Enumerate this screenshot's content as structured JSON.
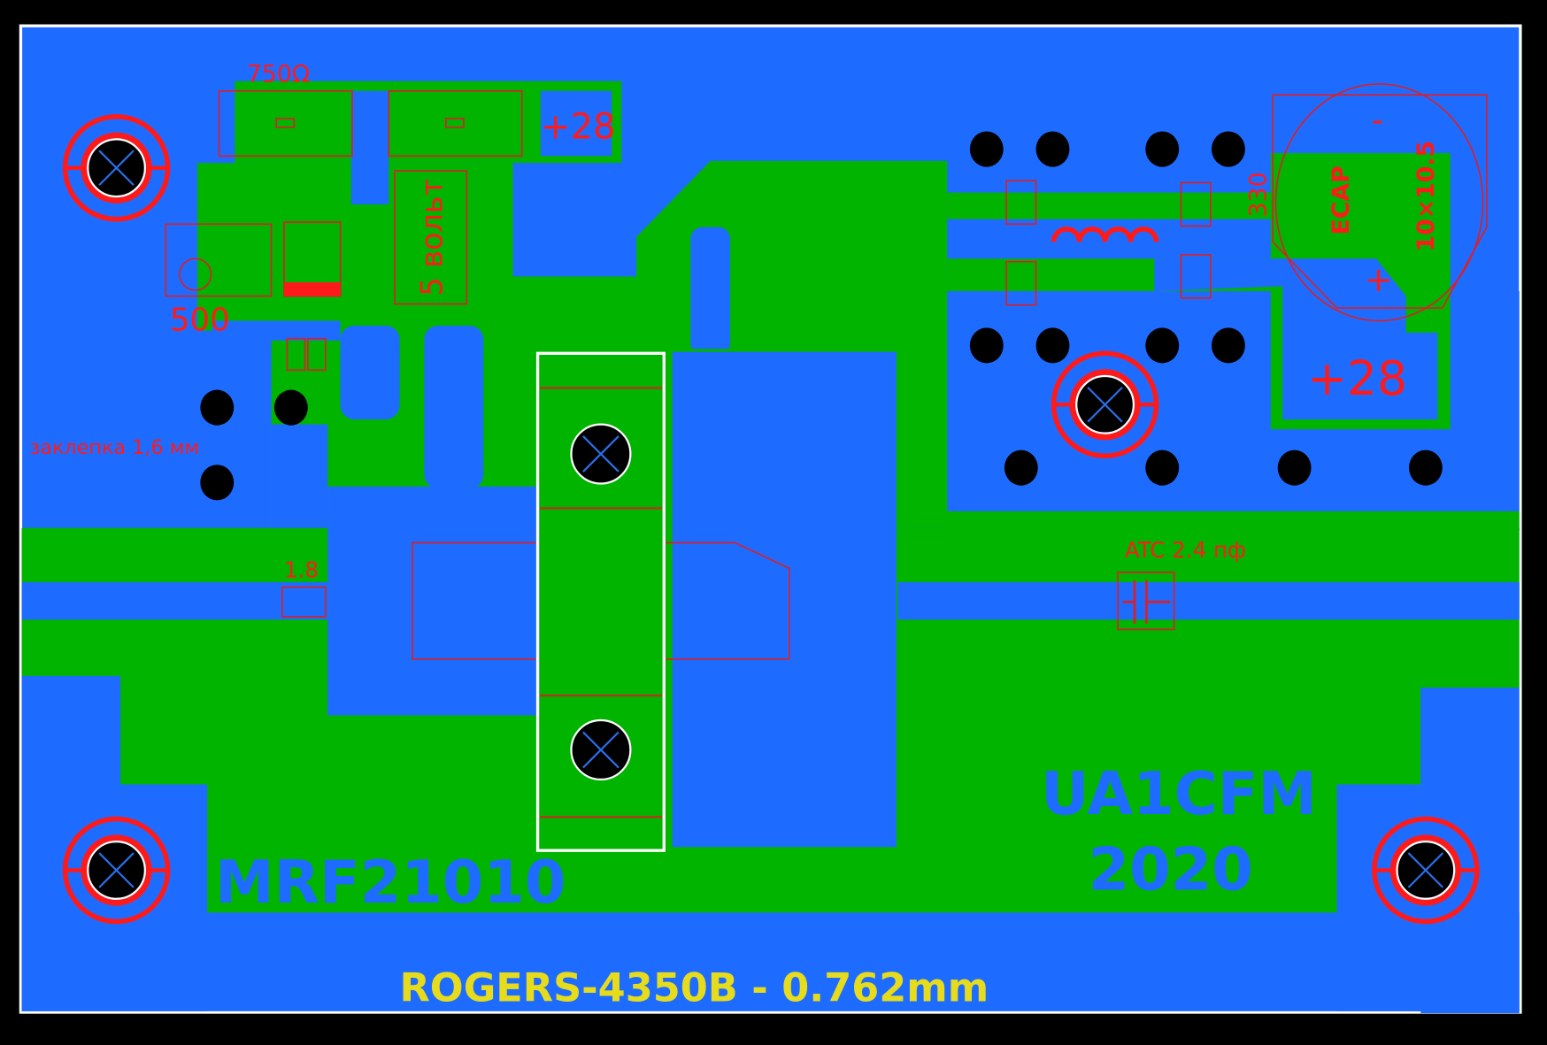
{
  "board": {
    "colors": {
      "background": "#000000",
      "substrate": "#1e6cff",
      "copper": "#00b400",
      "silk": "#ff1a1a",
      "outline": "#ffffff",
      "title": "#e6dc1c"
    },
    "labels": {
      "resistor_750": "750Ω",
      "plus28_top": "+28",
      "regulator_5v": "5 вольт",
      "trimmer_500": "500",
      "rivet_note": "заклепка 1,6 мм",
      "cap_1_8": "1.8",
      "res_330": "330",
      "ecap": "ECAP",
      "ecap_size": "10×10.5",
      "ecap_minus": "-",
      "ecap_plus": "+",
      "plus28_right": "+28",
      "atc_cap": "ATC 2.4 пф",
      "transistor": "MRF21010",
      "callsign": "UA1CFM",
      "year": "2020",
      "material": "ROGERS-4350B - 0.762mm"
    }
  }
}
